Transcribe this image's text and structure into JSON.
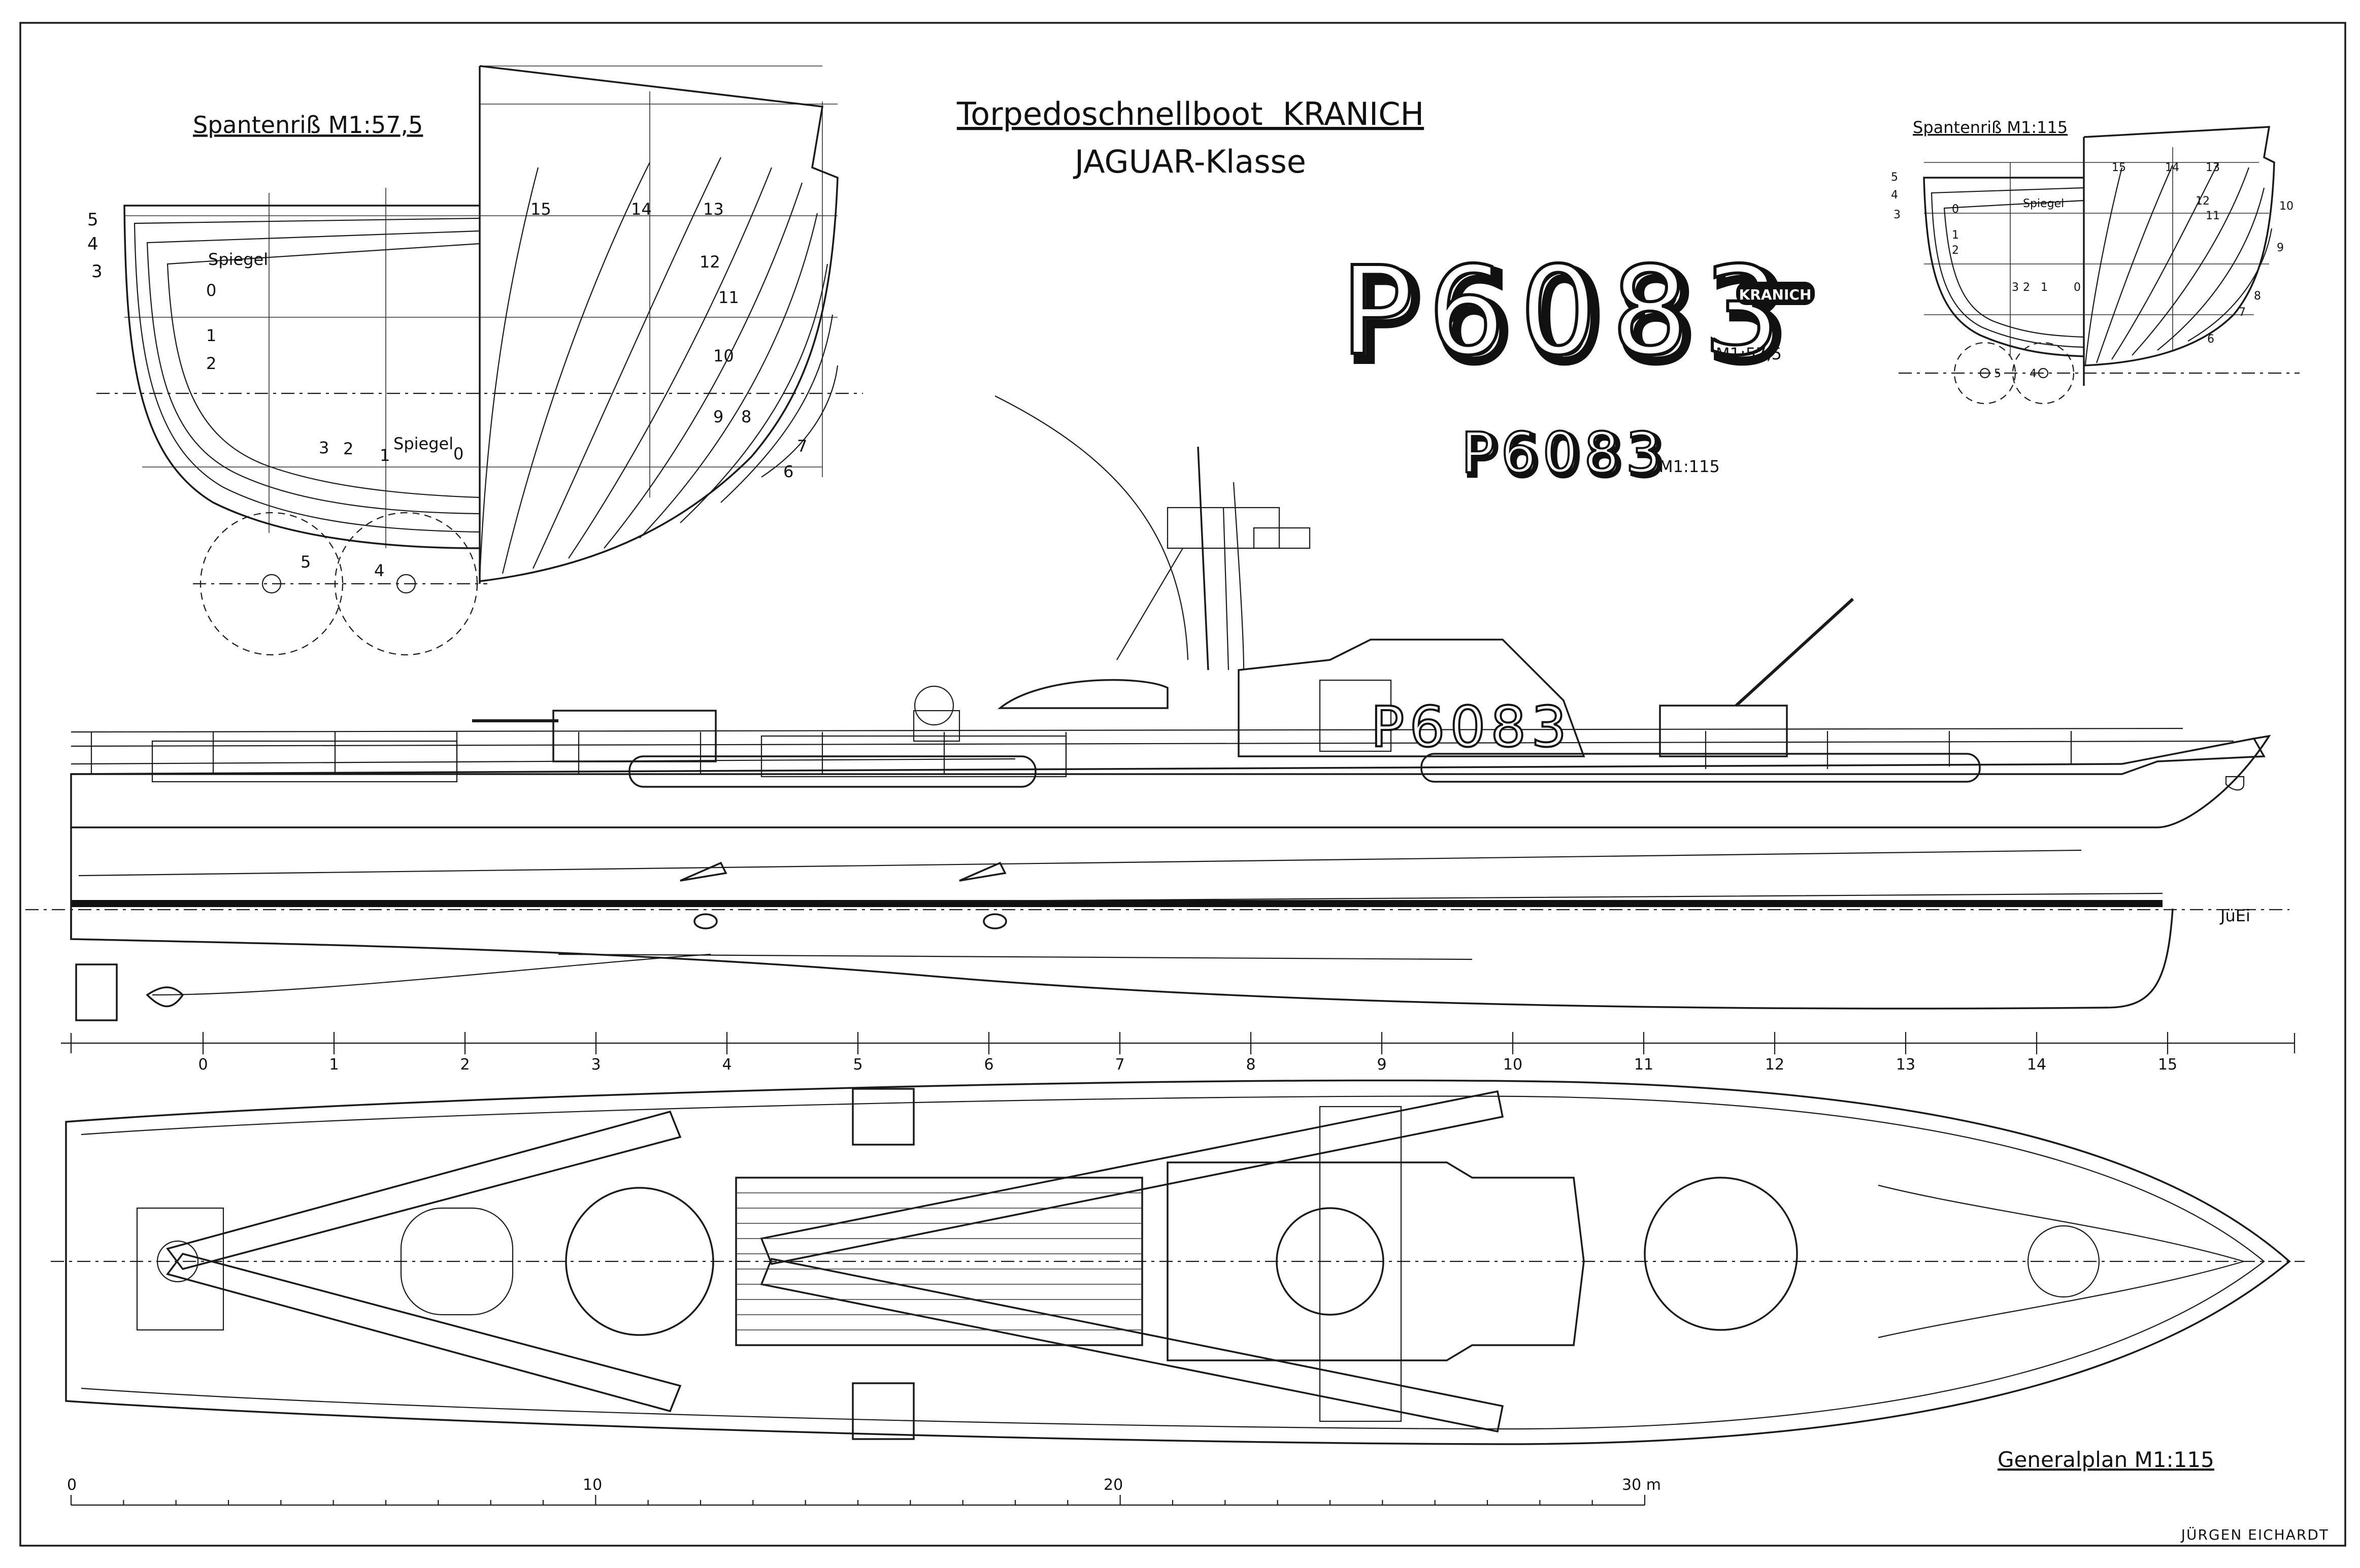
{
  "title": {
    "line1": "Torpedoschnellboot  KRANICH",
    "line2": "JAGUAR-Klasse"
  },
  "hull_number": {
    "large": "P6083",
    "large_scale": "M1:57,5",
    "small": "P6083",
    "small_scale": "M1:115",
    "nameplate": "KRANICH",
    "side_marking": "P6083"
  },
  "body_plan_large": {
    "title": "Spantenriß M1:57,5",
    "spiegel_label_upper": "Spiegel",
    "spiegel_label_lower": "Spiegel",
    "aft_frames": [
      "5",
      "4",
      "3",
      "0",
      "1",
      "2"
    ],
    "lower_frames": [
      "3",
      "2",
      "1",
      "0",
      "5",
      "4"
    ],
    "fore_frames": [
      "15",
      "14",
      "13",
      "12",
      "11",
      "10",
      "9",
      "8",
      "7",
      "6"
    ]
  },
  "body_plan_small": {
    "title": "Spantenriß M1:115",
    "spiegel_label": "Spiegel",
    "aft_frames": [
      "5",
      "4",
      "3",
      "0",
      "1",
      "2"
    ],
    "lower_frames": [
      "3",
      "2",
      "1",
      "0",
      "5",
      "4"
    ],
    "fore_frames": [
      "15",
      "14",
      "13",
      "12",
      "11",
      "10",
      "9",
      "8",
      "7",
      "6"
    ]
  },
  "profile": {
    "designer_mark": "JüEi"
  },
  "frame_stations": [
    "0",
    "1",
    "2",
    "3",
    "4",
    "5",
    "6",
    "7",
    "8",
    "9",
    "10",
    "11",
    "12",
    "13",
    "14",
    "15"
  ],
  "general_plan": {
    "title": "Generalplan M1:115"
  },
  "scale_bar": {
    "labels": [
      "0",
      "10",
      "20",
      "30 m"
    ]
  },
  "author": "JÜRGEN EICHARDT",
  "colors": {
    "ink": "#111111",
    "paper": "#ffffff"
  }
}
